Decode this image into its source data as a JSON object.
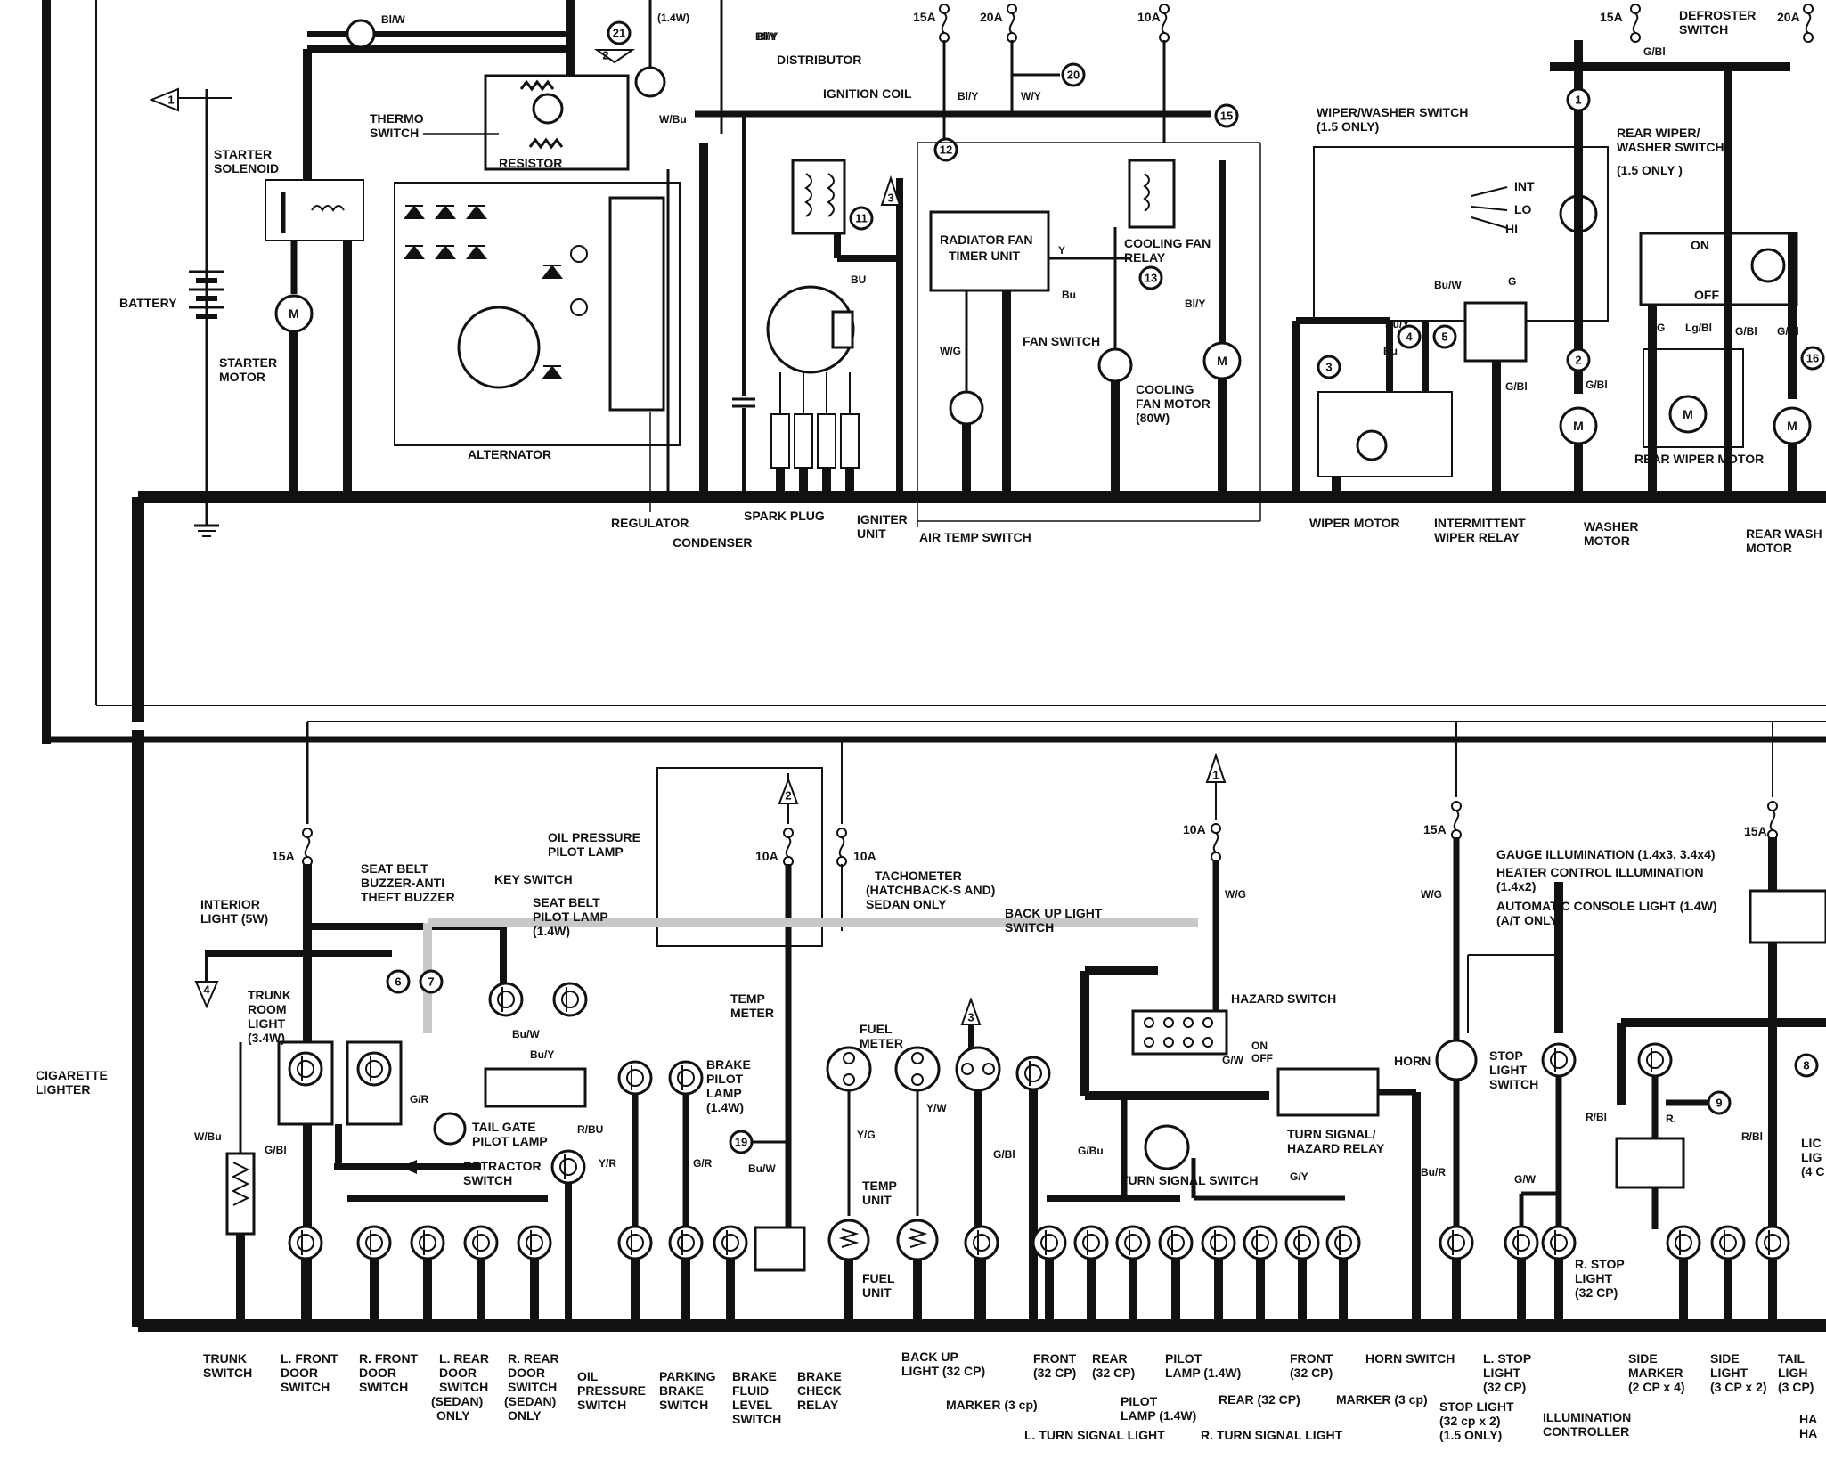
{
  "colors": {
    "ink": "#111111",
    "paper": "#ffffff",
    "shade": "#c8c8c8"
  },
  "upper": {
    "battery_label": "BATTERY",
    "starter_solenoid_label": [
      "STARTER",
      "SOLENOID"
    ],
    "starter_motor_label": [
      "STARTER",
      "MOTOR"
    ],
    "thermo_switch_label": [
      "THERMO",
      "SWITCH"
    ],
    "resistor_label": "RESISTOR",
    "alternator_label": "ALTERNATOR",
    "regulator_label": "REGULATOR",
    "condenser_label": "CONDENSER",
    "distributor_label": "DISTRIBUTOR",
    "ignition_coil_label": "IGNITION COIL",
    "spark_plug_label": "SPARK PLUG",
    "igniter_unit_label": [
      "IGNITER",
      "UNIT"
    ],
    "radiator_fan_timer_label": [
      "RADIATOR FAN",
      "TIMER UNIT"
    ],
    "air_temp_switch_label": "AIR TEMP SWITCH",
    "fan_switch_label": "FAN SWITCH",
    "cooling_fan_relay_label": [
      "COOLING FAN",
      "RELAY"
    ],
    "cooling_fan_motor_label": [
      "COOLING",
      "FAN MOTOR",
      "(80W)"
    ],
    "wiper_washer_switch_label": [
      "WIPER/WASHER SWITCH",
      "(1.5  ONLY)"
    ],
    "wiper_positions": [
      "INT",
      "LO",
      "HI"
    ],
    "wiper_motor_label": "WIPER MOTOR",
    "intermittent_relay_label": [
      "INTERMITTENT",
      "WIPER RELAY"
    ],
    "washer_motor_label": [
      "WASHER",
      "MOTOR"
    ],
    "rear_wiper_switch_label": [
      "REAR WIPER/",
      "WASHER SWITCH",
      "(1.5  ONLY )"
    ],
    "rear_wiper_positions": [
      "ON",
      "OFF"
    ],
    "rear_wiper_motor_label": "REAR WIPER MOTOR",
    "rear_washer_motor_label": [
      "REAR WASH",
      "MOTOR"
    ],
    "defroster_switch_label": [
      "DEFROSTER",
      "SWITCH"
    ],
    "pilot_lamp_fragment": "(1.4W)",
    "fuses": [
      "15A",
      "20A",
      "10A",
      "15A",
      "20A"
    ],
    "wire_codes": [
      "Bl/W",
      "Bl/Y",
      "W/Bu",
      "Bl/Y",
      "W/Y",
      "BU",
      "W/G",
      "Y",
      "Bu",
      "Bl/Y",
      "G/Bl",
      "Bu/W",
      "G",
      "Bu/Y",
      "Bu",
      "G/Bl",
      "G/Bl",
      "G",
      "Lg/Bl",
      "G/Bl",
      "G/Bl"
    ],
    "connectors": [
      "1",
      "21",
      "2",
      "20",
      "15",
      "12",
      "11",
      "3",
      "13",
      "1",
      "2",
      "3",
      "4",
      "5",
      "16"
    ]
  },
  "lower": {
    "fuses": [
      "15A",
      "10A",
      "10A",
      "10A",
      "15A",
      "15A"
    ],
    "interior_light_label": [
      "INTERIOR",
      "LIGHT (5W)"
    ],
    "seat_belt_buzzer_label": [
      "SEAT BELT",
      "BUZZER-ANTI",
      "THEFT BUZZER"
    ],
    "key_switch_label": "KEY SWITCH",
    "seat_belt_pilot_label": [
      "SEAT BELT",
      "PILOT LAMP",
      "(1.4W)"
    ],
    "oil_pressure_pilot_label": [
      "OIL PRESSURE",
      "PILOT LAMP"
    ],
    "trunk_room_light_label": [
      "TRUNK",
      "ROOM",
      "LIGHT",
      "(3.4W)"
    ],
    "cigarette_lighter_label": [
      "CIGARETTE",
      "LIGHTER"
    ],
    "tail_gate_pilot_label": [
      "TAIL GATE",
      "PILOT LAMP"
    ],
    "retractor_switch_label": [
      "RETRACTOR",
      "SWITCH"
    ],
    "temp_meter_label": [
      "TEMP",
      "METER"
    ],
    "fuel_meter_label": [
      "FUEL",
      "METER"
    ],
    "brake_pilot_label": [
      "BRAKE",
      "PILOT",
      "LAMP",
      "(1.4W)"
    ],
    "temp_unit_label": [
      "TEMP",
      "UNIT"
    ],
    "fuel_unit_label": [
      "FUEL",
      "UNIT"
    ],
    "tachometer_label": [
      "TACHOMETER",
      "(HATCHBACK-S AND)",
      "SEDAN  ONLY"
    ],
    "backup_switch_label": [
      "BACK UP LIGHT",
      "SWITCH"
    ],
    "hazard_switch_label": "HAZARD SWITCH",
    "hazard_positions": [
      "ON",
      "OFF"
    ],
    "turn_relay_label": [
      "TURN SIGNAL/",
      "HAZARD RELAY"
    ],
    "turn_signal_switch_label": "TURN SIGNAL SWITCH",
    "horn_label": "HORN",
    "stop_switch_label": [
      "STOP",
      "LIGHT",
      "SWITCH"
    ],
    "gauge_illum_label": [
      "GAUGE ILLUMINATION (1.4x3, 3.4x4)",
      "HEATER CONTROL ILLUMINATION",
      "(1.4x2)",
      "AUTOMATIC CONSOLE LIGHT (1.4W)",
      "(A/T ONLY)"
    ],
    "r_stop_label": [
      "R. STOP",
      "LIGHT",
      "(32 CP)"
    ],
    "lic_fragment": [
      "LIC",
      "LIG",
      "(4 C"
    ],
    "wire_codes": [
      "W/Bu",
      "G/Bl",
      "G/R",
      "Bu/W",
      "Bu/Y",
      "R/BU",
      "Y/R",
      "G/R",
      "Bu/W",
      "Y/G",
      "Y/W",
      "G/Bl",
      "W/G",
      "G/W",
      "G/Bu",
      "G/Y",
      "W/G",
      "Bu/R",
      "G/W",
      "R/Bl",
      "R.",
      "R/Bl"
    ],
    "connectors": [
      "4",
      "6",
      "7",
      "2",
      "3",
      "1",
      "19",
      "9",
      "8"
    ],
    "bottom_labels": [
      [
        "TRUNK",
        "SWITCH"
      ],
      [
        "L. FRONT",
        "DOOR",
        "SWITCH"
      ],
      [
        "R. FRONT",
        "DOOR",
        "SWITCH"
      ],
      [
        "L. REAR",
        "DOOR",
        "SWITCH",
        "(SEDAN)",
        "ONLY"
      ],
      [
        "R. REAR",
        "DOOR",
        "SWITCH",
        "(SEDAN)",
        "ONLY"
      ],
      [
        "OIL",
        "PRESSURE",
        "SWITCH"
      ],
      [
        "PARKING",
        "BRAKE",
        "SWITCH"
      ],
      [
        "BRAKE",
        "FLUID",
        "LEVEL",
        "SWITCH"
      ],
      [
        "BRAKE",
        "CHECK",
        "RELAY"
      ],
      [
        "BACK UP",
        "LIGHT (32 CP)"
      ],
      [
        "FRONT",
        "(32 CP)"
      ],
      [
        "REAR",
        "(32 CP)"
      ],
      [
        "PILOT",
        "LAMP (1.4W)"
      ],
      [
        "FRONT",
        "(32 CP)"
      ],
      [
        "HORN SWITCH"
      ],
      [
        "L. STOP",
        "LIGHT",
        "(32 CP)"
      ],
      [
        "SIDE",
        "MARKER",
        "(2 CP x 4)"
      ],
      [
        "SIDE",
        "LIGHT",
        "(3 CP x 2)"
      ],
      [
        "TAIL",
        "LIGH",
        "(3 CP)"
      ]
    ],
    "marker_left": "MARKER (3 cp)",
    "pilot_lamp_14w_label": [
      "PILOT",
      "LAMP (1.4W)"
    ],
    "rear_32cp_label": "REAR (32 CP)",
    "marker_right": "MARKER (3 cp)",
    "l_turn_label": "L. TURN SIGNAL LIGHT",
    "r_turn_label": "R. TURN SIGNAL LIGHT",
    "stop_light_label": [
      "STOP LIGHT",
      "(32 cp x 2)",
      "(1.5  ONLY)"
    ],
    "illum_controller_label": [
      "ILLUMINATION",
      "CONTROLLER"
    ],
    "ha_fragment": [
      "HA",
      "HA"
    ]
  }
}
